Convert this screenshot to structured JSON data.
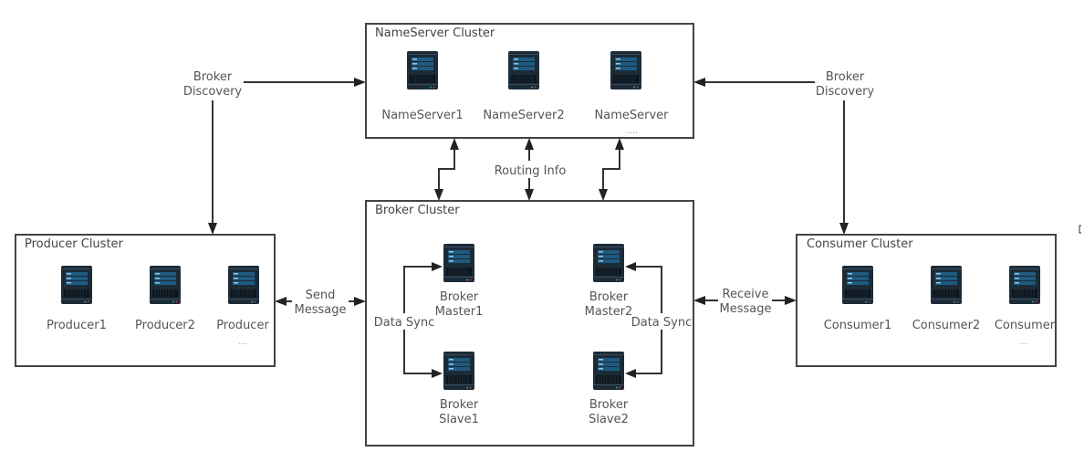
{
  "diagram": {
    "colors": {
      "line": "#333333",
      "box_border": "#444444",
      "text": "#555555",
      "server_body": "#1c2b38",
      "server_panel": "#1f5a80",
      "server_led_green": "#2ea86b",
      "server_led_red": "#c0304a"
    },
    "clusters": {
      "nameserver": {
        "title": "NameServer Cluster",
        "nodes": [
          {
            "label": "NameServer1",
            "icon": "server-icon"
          },
          {
            "label": "NameServer2",
            "icon": "server-icon"
          },
          {
            "label": "NameServer",
            "sub": "....",
            "icon": "server-icon"
          }
        ]
      },
      "broker": {
        "title": "Broker Cluster",
        "nodes": [
          {
            "label_line1": "Broker",
            "label_line2": "Master1",
            "icon": "server-icon"
          },
          {
            "label_line1": "Broker",
            "label_line2": "Master2",
            "icon": "server-icon"
          },
          {
            "label_line1": "Broker",
            "label_line2": "Slave1",
            "icon": "server-icon"
          },
          {
            "label_line1": "Broker",
            "label_line2": "Slave2",
            "icon": "server-icon"
          }
        ]
      },
      "producer": {
        "title": "Producer Cluster",
        "nodes": [
          {
            "label": "Producer1",
            "icon": "server-icon"
          },
          {
            "label": "Producer2",
            "icon": "server-icon"
          },
          {
            "label": "Producer",
            "sub": "...",
            "icon": "server-icon"
          }
        ]
      },
      "consumer": {
        "title": "Consumer Cluster",
        "nodes": [
          {
            "label": "Consumer1",
            "icon": "server-icon"
          },
          {
            "label": "Consumer2",
            "icon": "server-icon"
          },
          {
            "label": "Consumer",
            "sub": "...",
            "icon": "server-icon"
          }
        ]
      }
    },
    "edges": {
      "broker_discovery_left": {
        "line1": "Broker",
        "line2": "Discovery"
      },
      "broker_discovery_right": {
        "line1": "Broker",
        "line2": "Discovery"
      },
      "routing_info": {
        "label": "Routing Info"
      },
      "send_message": {
        "line1": "Send",
        "line2": "Message"
      },
      "receive_message": {
        "line1": "Receive",
        "line2": "Message"
      },
      "data_sync_left": {
        "label": "Data Sync"
      },
      "data_sync_right": {
        "label": "Data Sync"
      }
    }
  }
}
